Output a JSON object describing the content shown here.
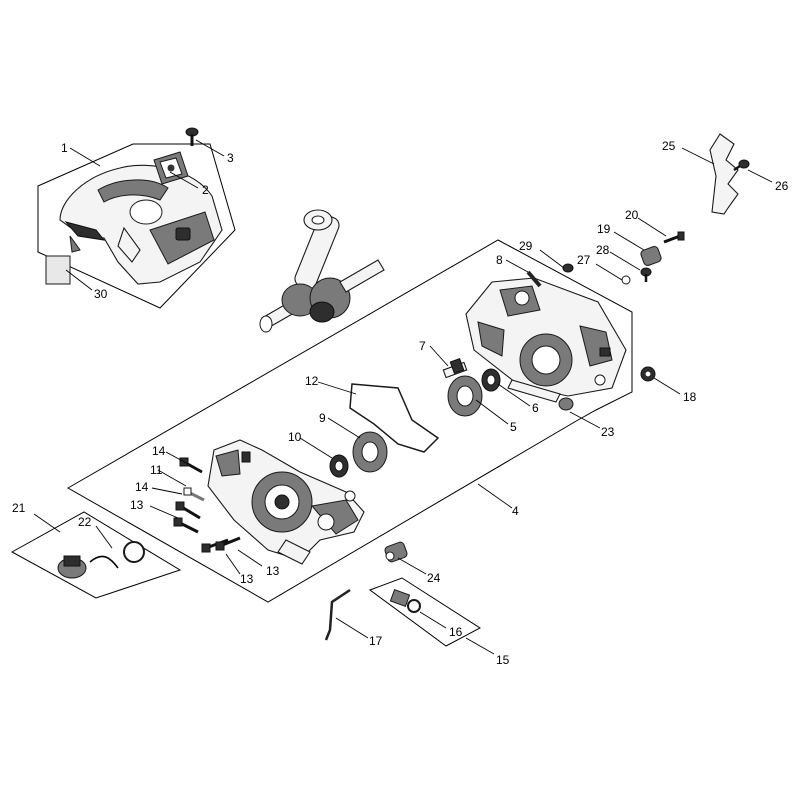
{
  "diagram": {
    "callouts": [
      {
        "id": "c1",
        "text": "1"
      },
      {
        "id": "c2",
        "text": "2"
      },
      {
        "id": "c3",
        "text": "3"
      },
      {
        "id": "c4",
        "text": "4"
      },
      {
        "id": "c5",
        "text": "5"
      },
      {
        "id": "c6",
        "text": "6"
      },
      {
        "id": "c7",
        "text": "7"
      },
      {
        "id": "c8",
        "text": "8"
      },
      {
        "id": "c9",
        "text": "9"
      },
      {
        "id": "c10",
        "text": "10"
      },
      {
        "id": "c11",
        "text": "11"
      },
      {
        "id": "c12",
        "text": "12"
      },
      {
        "id": "c13a",
        "text": "13"
      },
      {
        "id": "c13b",
        "text": "13"
      },
      {
        "id": "c13c",
        "text": "13"
      },
      {
        "id": "c14a",
        "text": "14"
      },
      {
        "id": "c14b",
        "text": "14"
      },
      {
        "id": "c15",
        "text": "15"
      },
      {
        "id": "c16",
        "text": "16"
      },
      {
        "id": "c17",
        "text": "17"
      },
      {
        "id": "c18",
        "text": "18"
      },
      {
        "id": "c19",
        "text": "19"
      },
      {
        "id": "c20",
        "text": "20"
      },
      {
        "id": "c21",
        "text": "21"
      },
      {
        "id": "c22",
        "text": "22"
      },
      {
        "id": "c23",
        "text": "23"
      },
      {
        "id": "c24",
        "text": "24"
      },
      {
        "id": "c25",
        "text": "25"
      },
      {
        "id": "c26",
        "text": "26"
      },
      {
        "id": "c27",
        "text": "27"
      },
      {
        "id": "c28",
        "text": "28"
      },
      {
        "id": "c29",
        "text": "29"
      },
      {
        "id": "c30",
        "text": "30"
      }
    ]
  }
}
